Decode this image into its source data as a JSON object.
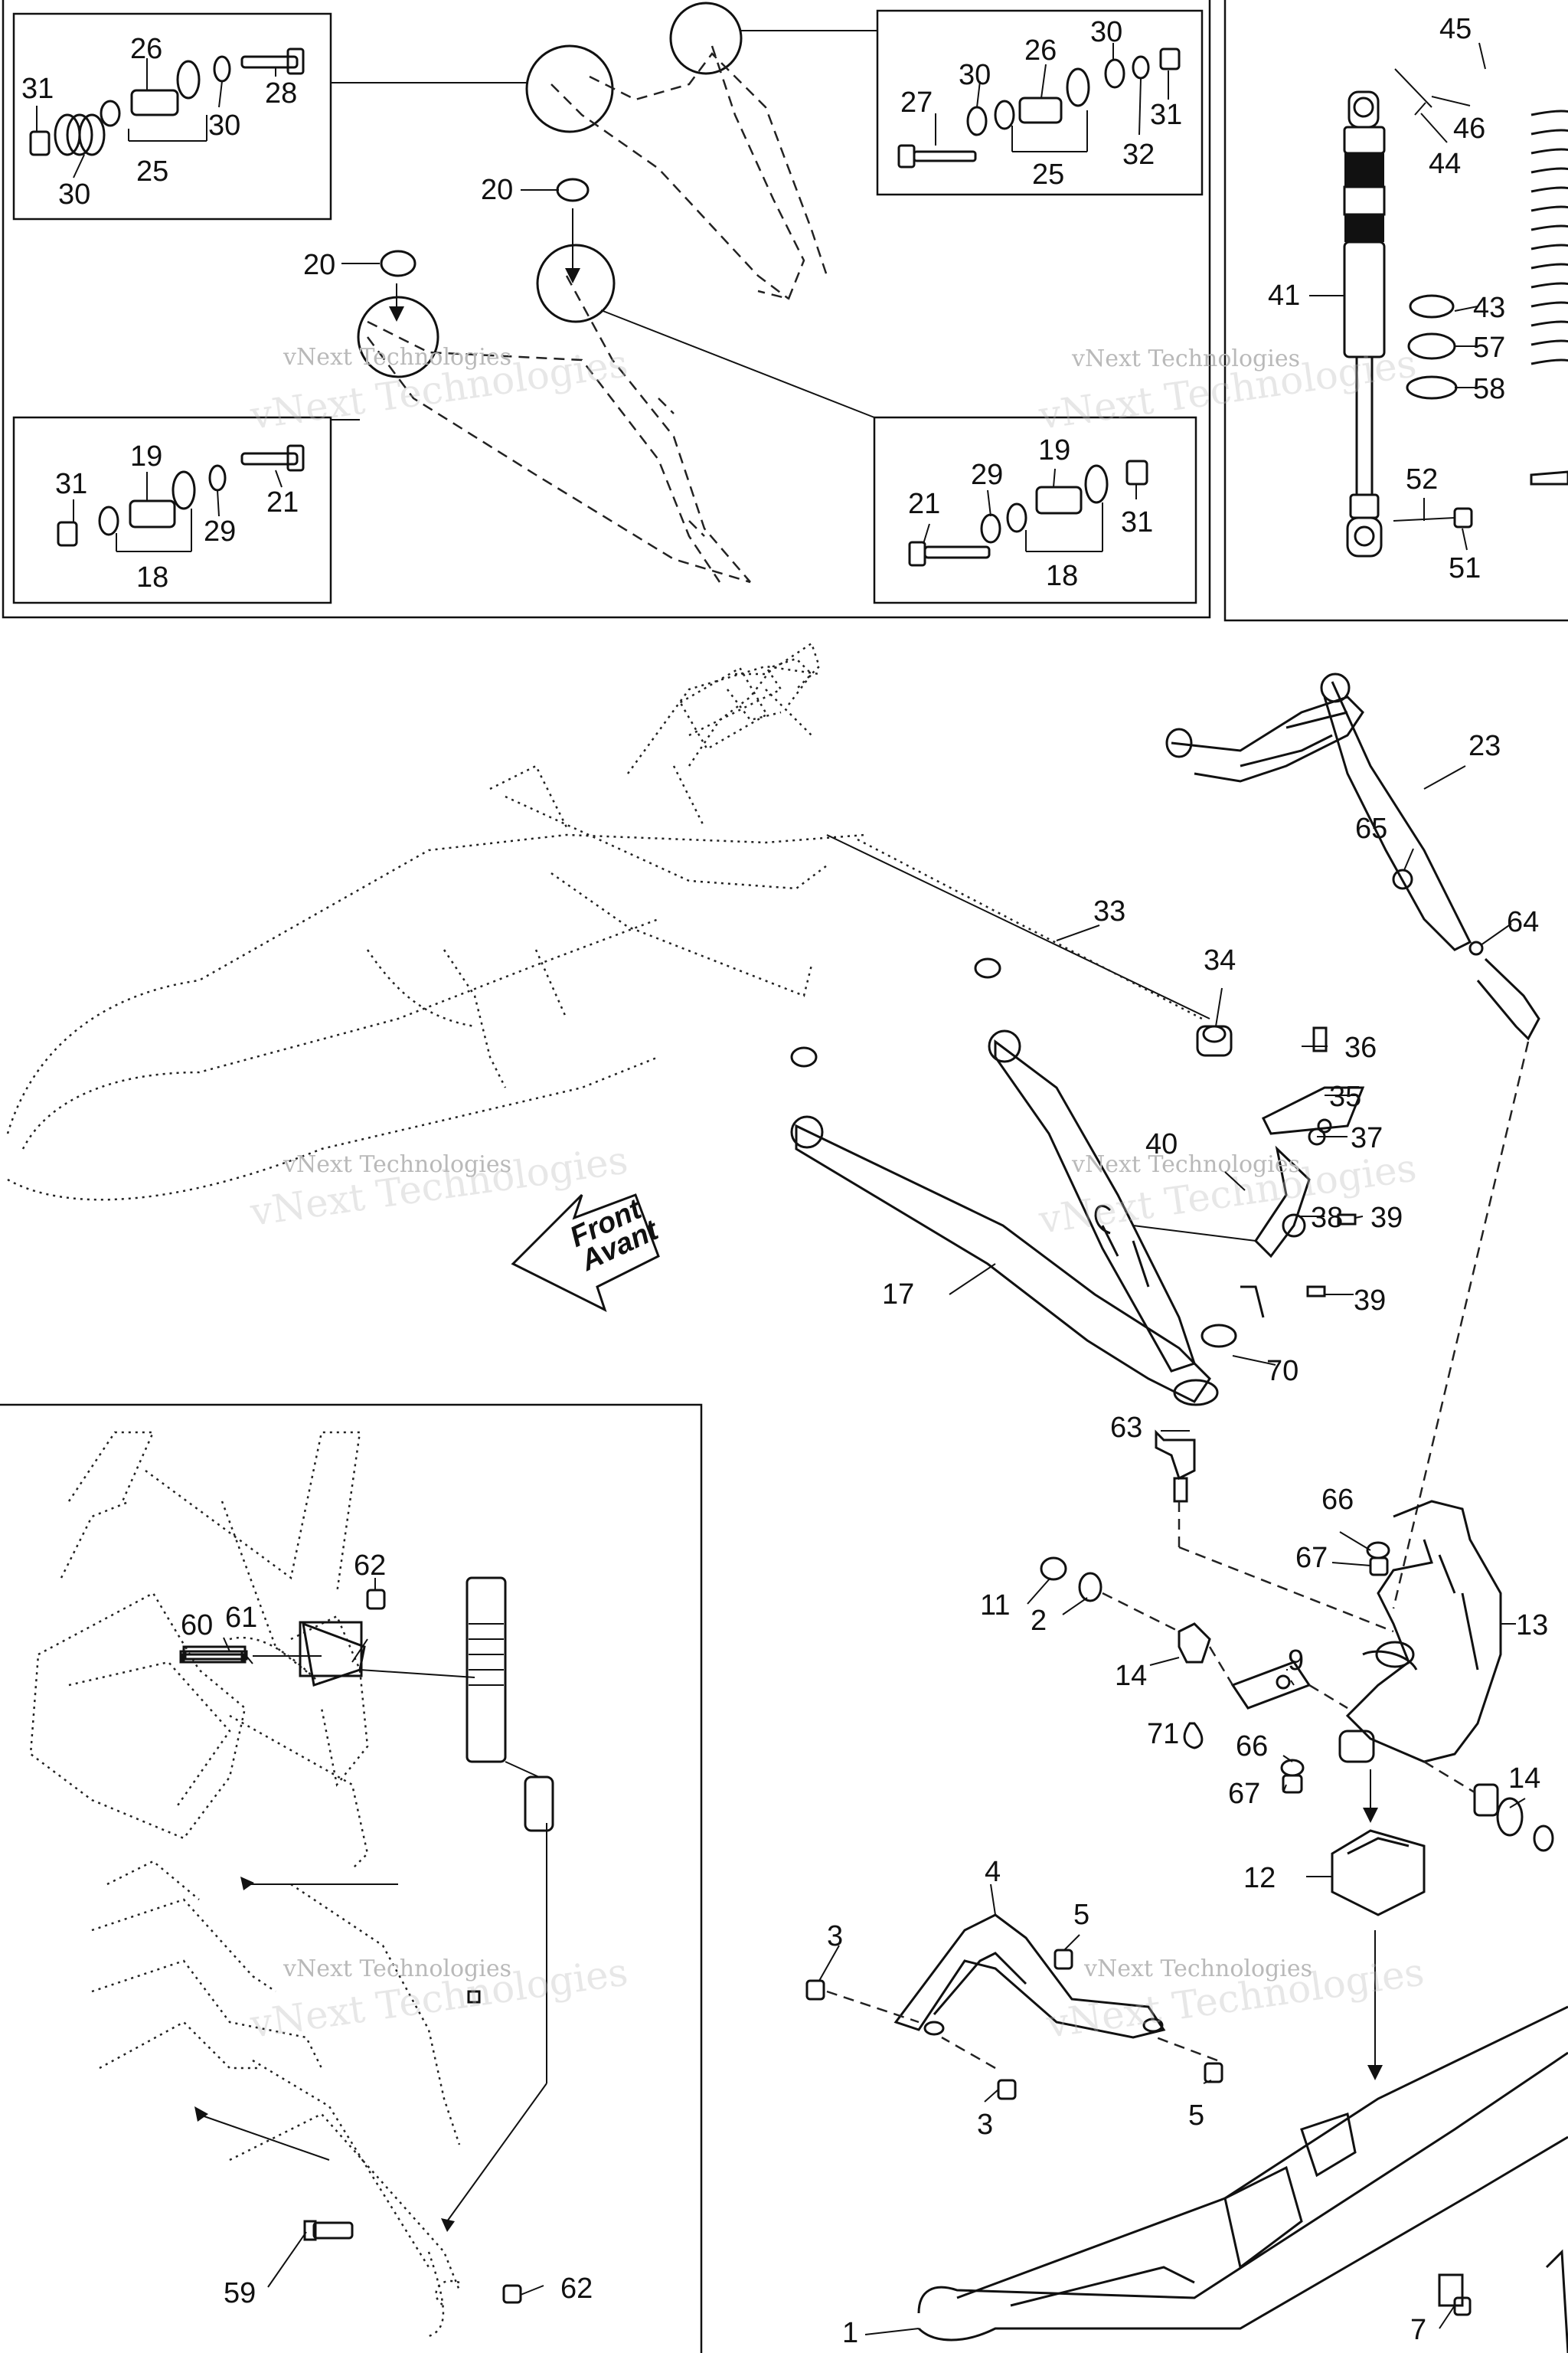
{
  "watermark": "vNext Technologies",
  "direction_label": {
    "line1": "Front",
    "line2": "Avant"
  },
  "callouts": {
    "c1": "1",
    "c2": "2",
    "c3a": "3",
    "c3b": "3",
    "c4": "4",
    "c5a": "5",
    "c5b": "5",
    "c7": "7",
    "c9": "9",
    "c11": "11",
    "c12": "12",
    "c13": "13",
    "c14a": "14",
    "c14b": "14",
    "c17": "17",
    "c18a": "18",
    "c18b": "18",
    "c19a": "19",
    "c19b": "19",
    "c20a": "20",
    "c20b": "20",
    "c21a": "21",
    "c21b": "21",
    "c23": "23",
    "c25a": "25",
    "c25b": "25",
    "c26a": "26",
    "c26b": "26",
    "c27": "27",
    "c28": "28",
    "c29a": "29",
    "c29b": "29",
    "c30a": "30",
    "c30b": "30",
    "c30c": "30",
    "c30d": "30",
    "c31a": "31",
    "c31b": "31",
    "c31c": "31",
    "c31d": "31",
    "c32": "32",
    "c33": "33",
    "c34": "34",
    "c35": "35",
    "c36": "36",
    "c37": "37",
    "c38": "38",
    "c39a": "39",
    "c39b": "39",
    "c40": "40",
    "c41": "41",
    "c43": "43",
    "c44": "44",
    "c45": "45",
    "c46": "46",
    "c51": "51",
    "c52": "52",
    "c57": "57",
    "c58": "58",
    "c59": "59",
    "c60": "60",
    "c61": "61",
    "c62a": "62",
    "c62b": "62",
    "c63": "63",
    "c64": "64",
    "c65": "65",
    "c66a": "66",
    "c66b": "66",
    "c67a": "67",
    "c67b": "67",
    "c70": "70",
    "c71": "71"
  }
}
